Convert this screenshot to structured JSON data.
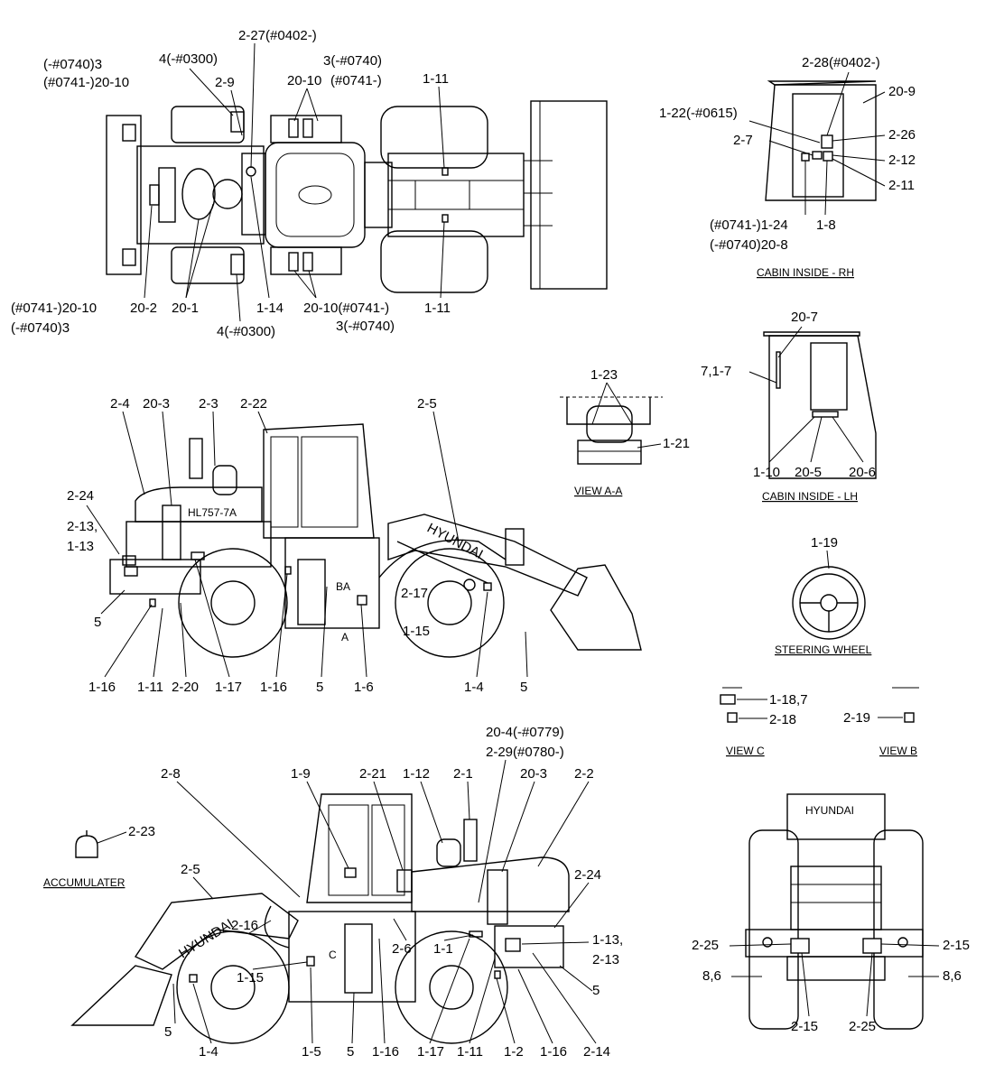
{
  "captions": {
    "cabin_rh": "CABIN INSIDE - RH",
    "cabin_lh": "CABIN INSIDE - LH",
    "view_aa": "VIEW  A-A",
    "steering": "STEERING WHEEL",
    "view_c": "VIEW C",
    "view_b": "VIEW B",
    "accumulater": "ACCUMULATER"
  },
  "brand": {
    "name": "HYUNDAI",
    "model": "HL757-7A"
  },
  "section_marks": {
    "b": "B",
    "a": "A",
    "a2": "A",
    "c": "C"
  },
  "labels": {
    "top": {
      "l1": "(-#0740)3",
      "l2": "(#0741-)20-10",
      "l3": "4(-#0300)",
      "l4": "2-9",
      "l5": "2-27(#0402-)",
      "l6": "3(-#0740)",
      "l7": "20-10",
      "l8": "(#0741-)",
      "l9": "1-11",
      "l10": "(#0741-)20-10",
      "l11": "(-#0740)3",
      "l12": "20-2",
      "l13": "20-1",
      "l14": "1-14",
      "l15": "4(-#0300)",
      "l16": "20-10(#0741-)",
      "l17": "3(-#0740)",
      "l18": "1-11"
    },
    "cabin_rh": {
      "l1": "2-28(#0402-)",
      "l2": "20-9",
      "l3": "1-22(-#0615)",
      "l4": "2-26",
      "l5": "2-7",
      "l6": "2-12",
      "l7": "2-11",
      "l8": "(#0741-)1-24",
      "l9": "1-8",
      "l10": "(-#0740)20-8"
    },
    "cabin_lh": {
      "l1": "20-7",
      "l2": "7,1-7",
      "l3": "1-10",
      "l4": "20-5",
      "l5": "20-6"
    },
    "view_aa": {
      "l1": "1-23",
      "l2": "1-21"
    },
    "steering": {
      "l1": "1-19"
    },
    "view_c": {
      "l1": "1-18,7",
      "l2": "2-18"
    },
    "view_b": {
      "l1": "2-19"
    },
    "left_side": {
      "l1": "2-4",
      "l2": "20-3",
      "l3": "2-3",
      "l4": "2-22",
      "l5": "2-5",
      "l6": "2-24",
      "l7": "2-13,",
      "l8": "1-13",
      "l9": "2-17",
      "l10": "1-15",
      "l11": "5",
      "l12": "1-16",
      "l13": "1-11",
      "l14": "2-20",
      "l15": "1-17",
      "l16": "1-16",
      "l17": "5",
      "l18": "1-6",
      "l19": "1-4",
      "l20": "5"
    },
    "right_side": {
      "l1": "20-4(-#0779)",
      "l2": "2-29(#0780-)",
      "l3": "2-8",
      "l4": "1-9",
      "l5": "2-21",
      "l6": "1-12",
      "l7": "2-1",
      "l8": "20-3",
      "l9": "2-2",
      "l10": "2-23",
      "l11": "2-5",
      "l12": "2-24",
      "l13": "2-16",
      "l14": "2-6",
      "l15": "1-1",
      "l16": "1-13,",
      "l17": "2-13",
      "l18": "1-15",
      "l19": "5",
      "l20": "5",
      "l21": "1-4",
      "l22": "1-5",
      "l23": "5",
      "l24": "1-16",
      "l25": "1-17",
      "l26": "1-11",
      "l27": "1-2",
      "l28": "1-16",
      "l29": "2-14"
    },
    "rear": {
      "l1": "2-25",
      "l2": "2-15",
      "l3": "8,6",
      "l4": "8,6",
      "l5": "2-15",
      "l6": "2-25"
    }
  }
}
